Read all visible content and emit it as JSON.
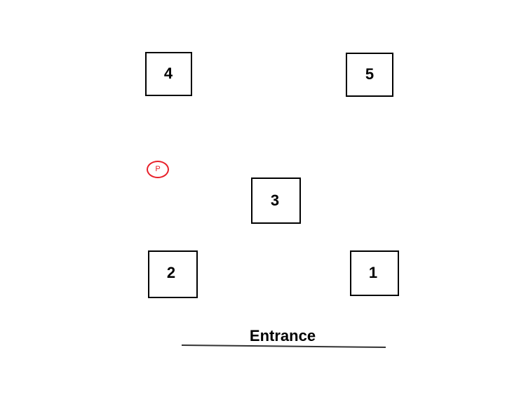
{
  "boxes": {
    "box_4": "4",
    "box_5": "5",
    "box_3": "3",
    "box_2": "2",
    "box_1": "1"
  },
  "marker": {
    "label": "P",
    "color": "#e8202a"
  },
  "entrance": {
    "label": "Entrance"
  }
}
